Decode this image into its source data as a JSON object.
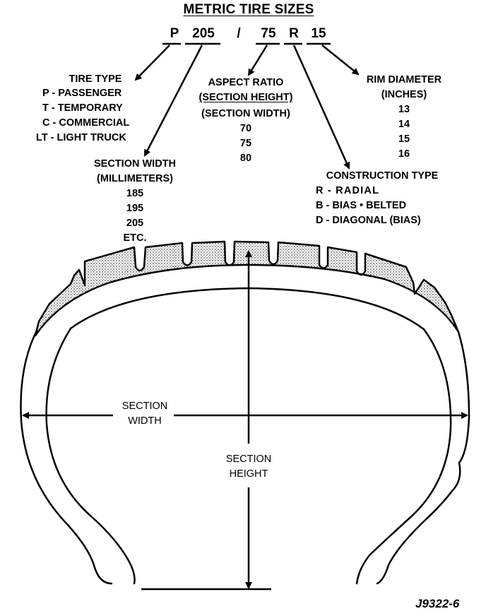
{
  "title": "METRIC TIRE SIZES",
  "code": {
    "type": "P",
    "width": "205",
    "slash": "/",
    "ratio": "75",
    "construction": "R",
    "rim": "15"
  },
  "tire_type": {
    "heading": "TIRE TYPE",
    "items": [
      "P - PASSENGER",
      "T - TEMPORARY",
      "C - COMMERCIAL",
      "LT - LIGHT TRUCK"
    ]
  },
  "aspect_ratio": {
    "heading": "ASPECT RATIO",
    "numerator": "(SECTION HEIGHT)",
    "denominator": "(SECTION WIDTH)",
    "values": [
      "70",
      "75",
      "80"
    ]
  },
  "rim_diameter": {
    "heading": "RIM DIAMETER",
    "unit": "(INCHES)",
    "values": [
      "13",
      "14",
      "15",
      "16"
    ]
  },
  "section_width": {
    "heading": "SECTION WIDTH",
    "unit": "(MILLIMETERS)",
    "values": [
      "185",
      "195",
      "205",
      "ETC."
    ]
  },
  "construction_type": {
    "heading": "CONSTRUCTION TYPE",
    "items": [
      "R - RADIAL",
      "B - BIAS • BELTED",
      "D - DIAGONAL (BIAS)"
    ]
  },
  "labels": {
    "section_width_1": "SECTION",
    "section_width_2": "WIDTH",
    "section_height_1": "SECTION",
    "section_height_2": "HEIGHT"
  },
  "figure_id": "J9322-6"
}
